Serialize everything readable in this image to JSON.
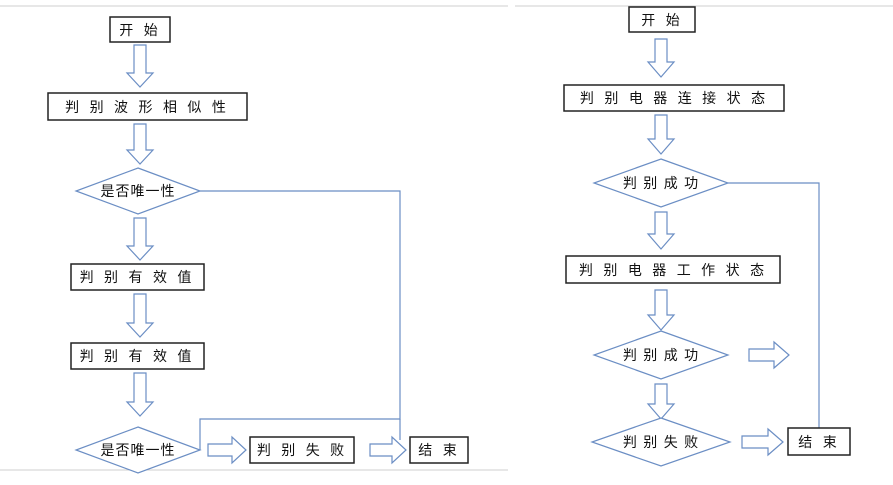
{
  "left_flow": {
    "start": "开 始",
    "step_waveform": "判 别 波 形 相 似 性",
    "decision_unique_1": "是否唯一性",
    "step_valid_1": "判 别 有 效 值",
    "step_valid_2": "判 别 有 效 值",
    "decision_unique_2": "是否唯一性",
    "step_fail": "判 别 失 败",
    "end": "结 束"
  },
  "right_flow": {
    "start": "开 始",
    "step_connection": "判 别 电 器 连 接 状 态",
    "decision_success_1": "判 别 成 功",
    "step_working": "判 别 电 器 工 作 状 态",
    "decision_success_2": "判 别 成 功",
    "decision_fail": "判 别 失 败",
    "end": "结 束"
  },
  "colors": {
    "box_border": "#222222",
    "arrow_outline": "#6b8ec4",
    "diamond_outline": "#6b8ec4",
    "connector_line": "#6b8ec4",
    "divider": "#cfcfcf"
  }
}
